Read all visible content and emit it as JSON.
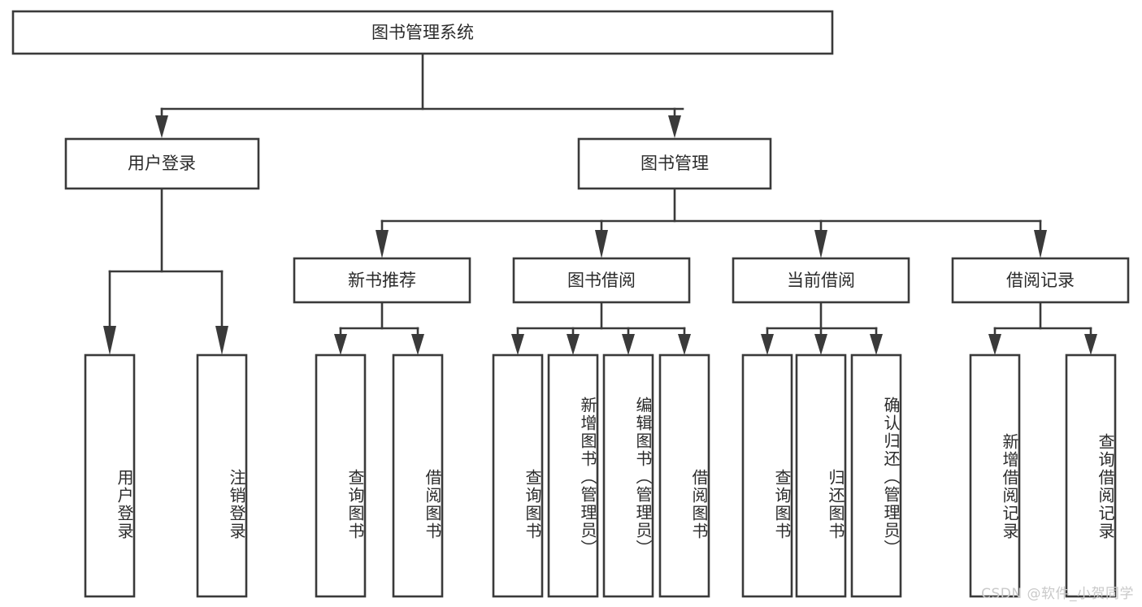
{
  "diagram": {
    "type": "tree",
    "title": "图书管理系统",
    "watermark": "CSDN @软件_小贺同学",
    "colors": {
      "stroke": "#3a3a3a",
      "box_fill": "#ffffff",
      "text": "#2b2b2b",
      "background": "#ffffff",
      "watermark": "#c9c9c9"
    },
    "root": {
      "id": "root",
      "label": "图书管理系统"
    },
    "level2": [
      {
        "id": "user-login",
        "label": "用户登录"
      },
      {
        "id": "book-manage",
        "label": "图书管理"
      }
    ],
    "level3": [
      {
        "id": "new-book-recommend",
        "label": "新书推荐",
        "parent": "book-manage"
      },
      {
        "id": "book-borrow",
        "label": "图书借阅",
        "parent": "book-manage"
      },
      {
        "id": "current-borrow",
        "label": "当前借阅",
        "parent": "book-manage"
      },
      {
        "id": "borrow-record",
        "label": "借阅记录",
        "parent": "book-manage"
      }
    ],
    "leaves": [
      {
        "id": "leaf-user-login",
        "label": "用户登录",
        "parent": "user-login"
      },
      {
        "id": "leaf-logout-login",
        "label": "注销登录",
        "parent": "user-login"
      },
      {
        "id": "leaf-query-book-1",
        "label": "查询图书",
        "parent": "new-book-recommend"
      },
      {
        "id": "leaf-borrow-book-1",
        "label": "借阅图书",
        "parent": "new-book-recommend"
      },
      {
        "id": "leaf-query-book-2",
        "label": "查询图书",
        "parent": "book-borrow"
      },
      {
        "id": "leaf-add-book",
        "label": "新增图书（管理员）",
        "parent": "book-borrow"
      },
      {
        "id": "leaf-edit-book",
        "label": "编辑图书（管理员）",
        "parent": "book-borrow"
      },
      {
        "id": "leaf-borrow-book-2",
        "label": "借阅图书",
        "parent": "book-borrow"
      },
      {
        "id": "leaf-query-book-3",
        "label": "查询图书",
        "parent": "current-borrow"
      },
      {
        "id": "leaf-return-book",
        "label": "归还图书",
        "parent": "current-borrow"
      },
      {
        "id": "leaf-confirm-return",
        "label": "确认归还（管理员）",
        "parent": "current-borrow"
      },
      {
        "id": "leaf-add-borrow-record",
        "label": "新增借阅记录",
        "parent": "borrow-record"
      },
      {
        "id": "leaf-query-borrow-record",
        "label": "查询借阅记录",
        "parent": "borrow-record"
      }
    ]
  }
}
